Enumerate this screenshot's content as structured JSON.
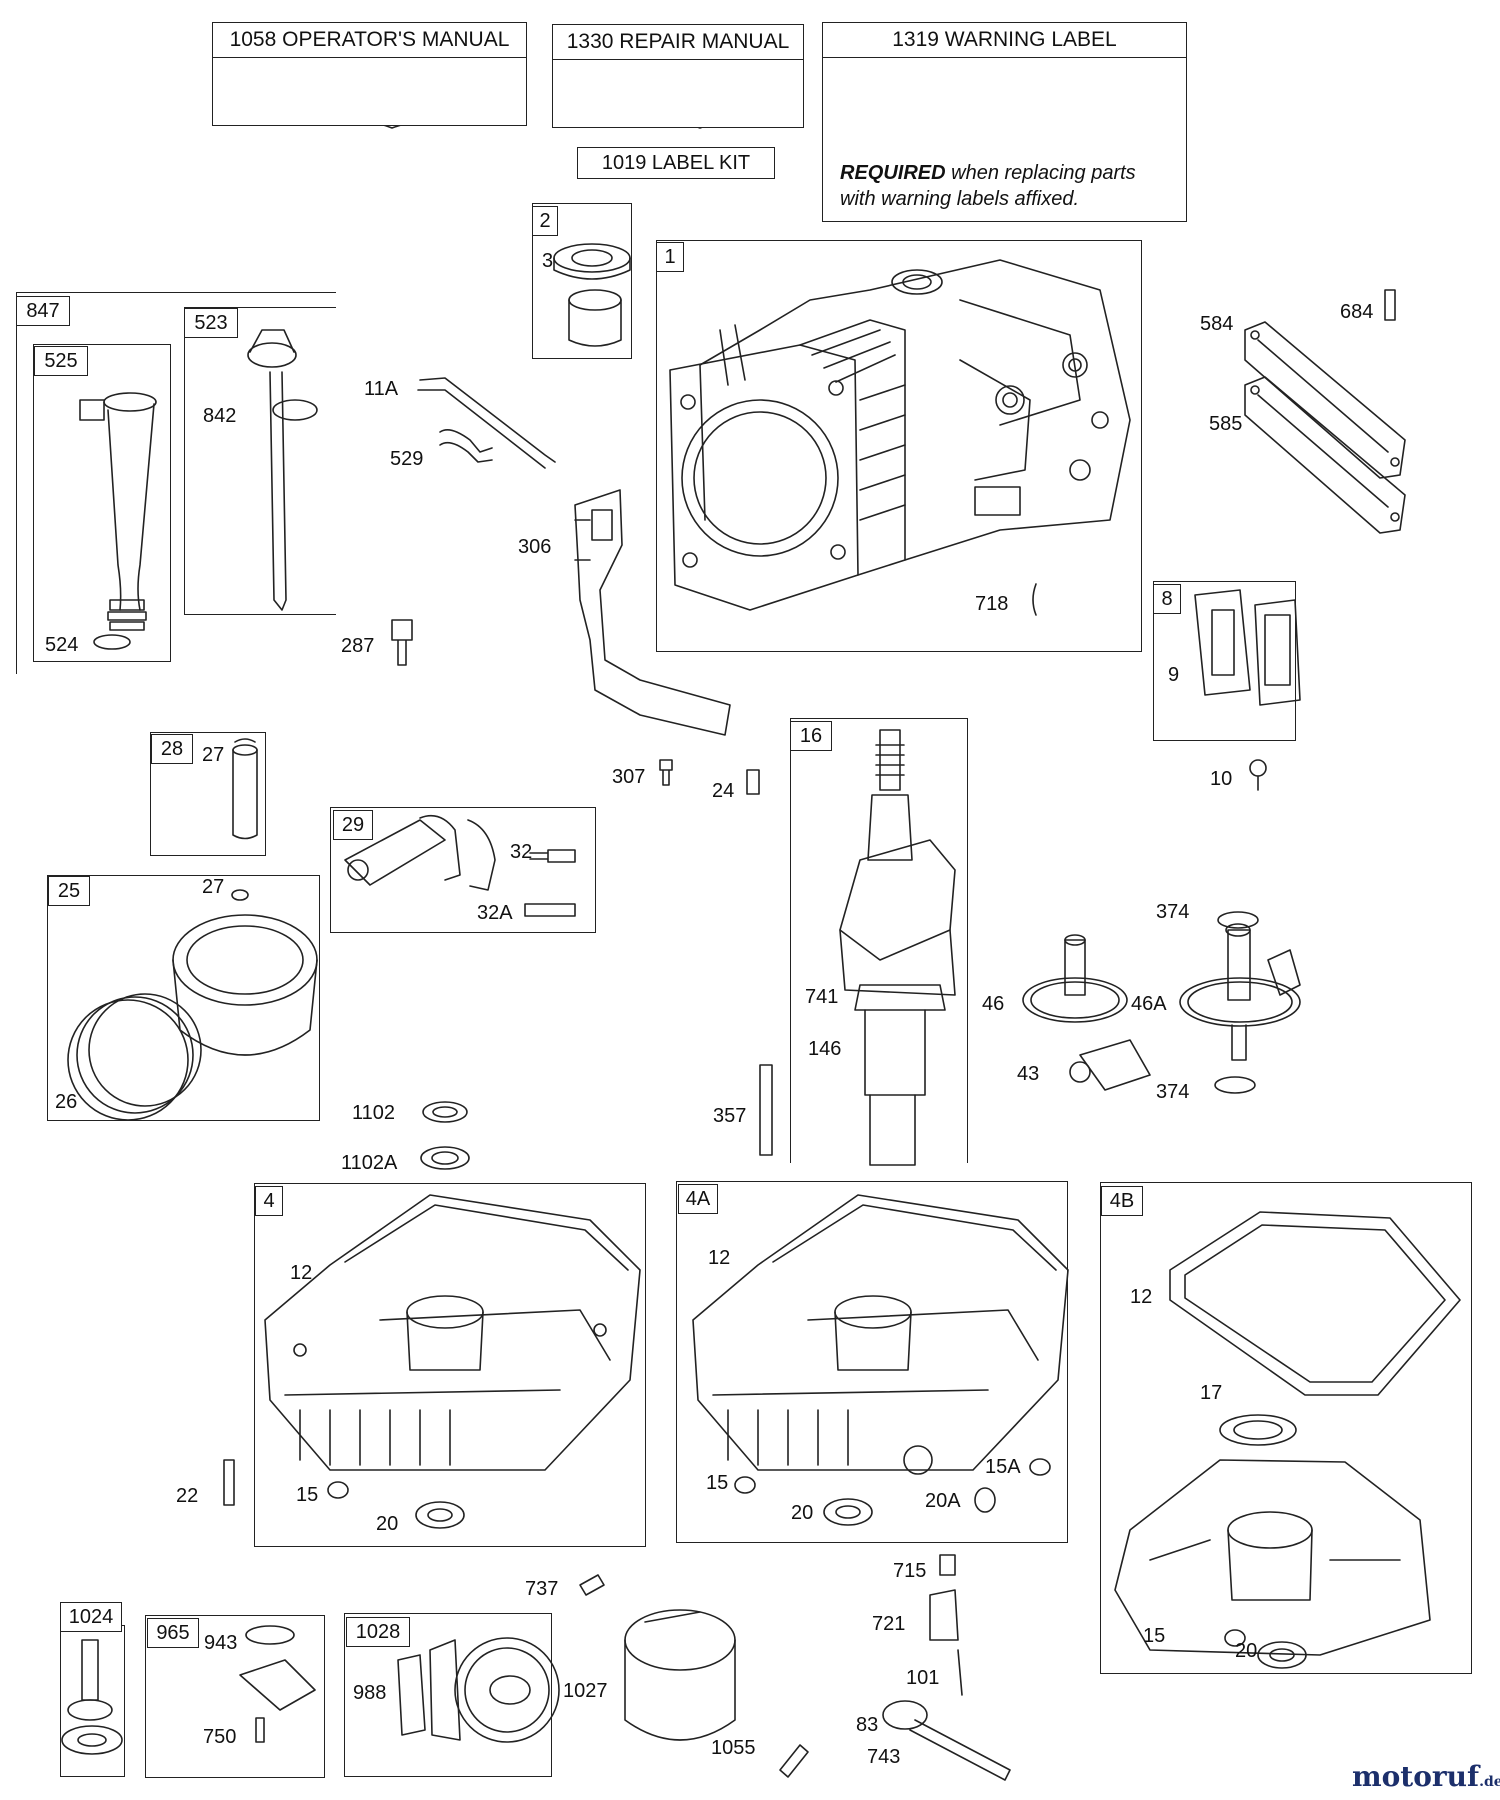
{
  "manuals": {
    "operator": "1058 OPERATOR'S MANUAL",
    "repair": "1330 REPAIR MANUAL",
    "warning": "1319 WARNING LABEL",
    "label_kit": "1019 LABEL KIT",
    "warning_title": "WARNING",
    "required_bold": "REQUIRED",
    "required_rest": " when replacing parts",
    "required_line2": "with warning labels affixed."
  },
  "groups": {
    "g847": "847",
    "g525": "525",
    "g523": "523",
    "g2": "2",
    "g1": "1",
    "g8": "8",
    "g28": "28",
    "g29": "29",
    "g25": "25",
    "g16": "16",
    "g4": "4",
    "g4A": "4A",
    "g4B": "4B",
    "g1024": "1024",
    "g965": "965",
    "g1028": "1028"
  },
  "parts": {
    "p3": "3",
    "p11A": "11A",
    "p529": "529",
    "p306": "306",
    "p287": "287",
    "p842": "842",
    "p524": "524",
    "p584": "584",
    "p684": "684",
    "p585": "585",
    "p718": "718",
    "p9": "9",
    "p10": "10",
    "p307": "307",
    "p24": "24",
    "p27a": "27",
    "p27b": "27",
    "p32": "32",
    "p32A": "32A",
    "p26": "26",
    "p374a": "374",
    "p374b": "374",
    "p46": "46",
    "p46A": "46A",
    "p43": "43",
    "p741": "741",
    "p146": "146",
    "p357": "357",
    "p1102": "1102",
    "p1102A": "1102A",
    "p12a": "12",
    "p12b": "12",
    "p12c": "12",
    "p22": "22",
    "p15a": "15",
    "p15b": "15",
    "p15A": "15A",
    "p15c": "15",
    "p20a": "20",
    "p20b": "20",
    "p20A": "20A",
    "p20c": "20",
    "p17": "17",
    "p737": "737",
    "p715": "715",
    "p721": "721",
    "p101": "101",
    "p83": "83",
    "p743": "743",
    "p1027": "1027",
    "p1055": "1055",
    "p943": "943",
    "p750": "750",
    "p988": "988"
  },
  "watermark": {
    "name": "motoruf",
    "suffix": ".de"
  }
}
